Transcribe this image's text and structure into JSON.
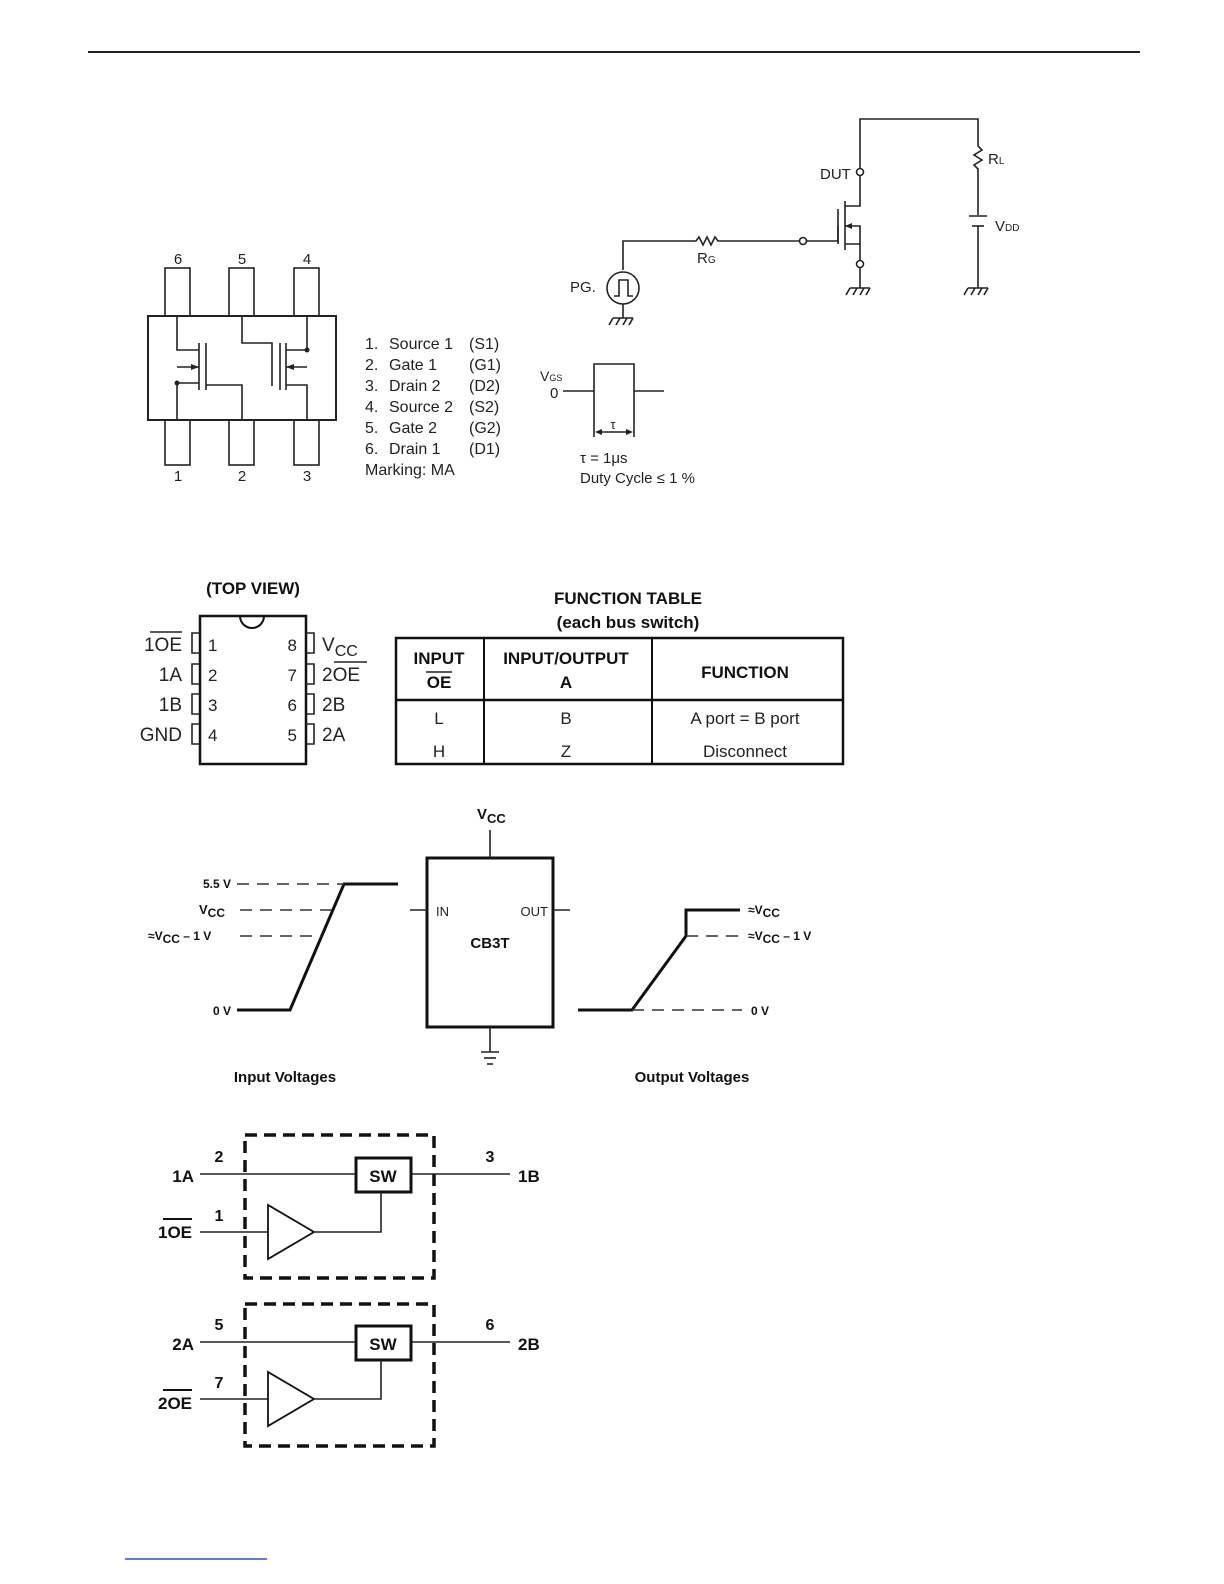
{
  "sot_package": {
    "top_pins": [
      "6",
      "5",
      "4"
    ],
    "bottom_pins": [
      "1",
      "2",
      "3"
    ],
    "pin_list": [
      {
        "num": "1.",
        "name": "Source 1",
        "abbr": "(S1)"
      },
      {
        "num": "2.",
        "name": "Gate 1",
        "abbr": "(G1)"
      },
      {
        "num": "3.",
        "name": "Drain 2",
        "abbr": "(D2)"
      },
      {
        "num": "4.",
        "name": "Source 2",
        "abbr": "(S2)"
      },
      {
        "num": "5.",
        "name": "Gate 2",
        "abbr": "(G2)"
      },
      {
        "num": "6.",
        "name": "Drain 1",
        "abbr": "(D1)"
      }
    ],
    "marking": "Marking:  MA"
  },
  "test_circuit": {
    "dut": "DUT",
    "rl_main": "R",
    "rl_sub": "L",
    "vdd_main": "V",
    "vdd_sub": "DD",
    "rg_main": "R",
    "rg_sub": "G",
    "pg": "PG."
  },
  "pulse": {
    "vgs_main": "V",
    "vgs_sub": "GS",
    "zero": "0",
    "tau": "τ",
    "tau_def": "τ = 1μs",
    "duty": "Duty Cycle ≤ 1 %"
  },
  "dip": {
    "title": "(TOP VIEW)",
    "left_pins": [
      {
        "num": "1",
        "label": "1",
        "bar": "OE"
      },
      {
        "num": "2",
        "label": "1A",
        "bar": ""
      },
      {
        "num": "3",
        "label": "1B",
        "bar": ""
      },
      {
        "num": "4",
        "label": "GND",
        "bar": ""
      }
    ],
    "right_pins": [
      {
        "num": "8",
        "label": "V",
        "sub": "CC",
        "bar": ""
      },
      {
        "num": "7",
        "label": "2",
        "sub": "",
        "bar": "OE"
      },
      {
        "num": "6",
        "label": "2B",
        "sub": "",
        "bar": ""
      },
      {
        "num": "5",
        "label": "2A",
        "sub": "",
        "bar": ""
      }
    ]
  },
  "function_table": {
    "title": "FUNCTION TABLE",
    "subtitle": "(each bus switch)",
    "headers": [
      {
        "line1": "INPUT",
        "line2": "OE",
        "line2_bar": true
      },
      {
        "line1": "INPUT/OUTPUT",
        "line2": "A",
        "line2_bar": false
      },
      {
        "line1": "FUNCTION",
        "line2": "",
        "line2_bar": false
      }
    ],
    "rows": [
      [
        "L",
        "B",
        "A port = B port"
      ],
      [
        "H",
        "Z",
        "Disconnect"
      ]
    ]
  },
  "voltage_diagram": {
    "vcc_top_main": "V",
    "vcc_top_sub": "CC",
    "in_levels": [
      "5.5 V",
      "V",
      "≈V",
      "0 V"
    ],
    "in_vcc_sub": "CC",
    "in_vcc1_suffix": " – 1 V",
    "out_levels_prefix": "≈V",
    "out_vcc_sub": "CC",
    "out_vcc1_suffix": " – 1 V",
    "out_zero": "0 V",
    "in_pin": "IN",
    "out_pin": "OUT",
    "block": "CB3T",
    "caption_in": "Input Voltages",
    "caption_out": "Output Voltages"
  },
  "logic_diagram": {
    "ch1": {
      "a_label": "1A",
      "a_pin": "2",
      "b_label": "1B",
      "b_pin": "3",
      "oe_num": "1",
      "oe_bar": "OE",
      "oe_pin": "1",
      "sw": "SW"
    },
    "ch2": {
      "a_label": "2A",
      "a_pin": "5",
      "b_label": "2B",
      "b_pin": "6",
      "oe_num": "2",
      "oe_bar": "OE",
      "oe_pin": "7",
      "sw": "SW"
    }
  }
}
